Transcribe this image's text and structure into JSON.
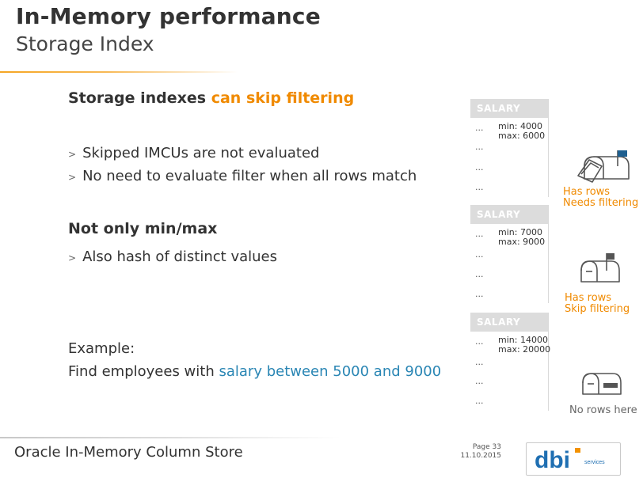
{
  "slide": {
    "title": "In-Memory performance",
    "subtitle": "Storage Index"
  },
  "section1": {
    "heading_plain": "Storage indexes",
    "heading_accent": "can skip filtering",
    "bullets": [
      "Skipped IMCUs are not evaluated",
      "No need to evaluate filter when all rows match"
    ]
  },
  "section2": {
    "heading": "Not only min/max",
    "bullets": [
      "Also hash of distinct values"
    ]
  },
  "example": {
    "label": "Example:",
    "text_plain": "Find employees with",
    "text_accent": "salary between 5000 and 9000"
  },
  "bullet_marker": ">",
  "salary_units": [
    {
      "header": "SALARY",
      "min": "min: 4000",
      "max": "max: 6000",
      "dots": "...",
      "status_lines": [
        "Has rows",
        "Needs filtering"
      ],
      "mailbox": "mailbox-flag-up-icon"
    },
    {
      "header": "SALARY",
      "min": "min: 7000",
      "max": "max: 9000",
      "dots": "...",
      "status_lines": [
        "Has rows",
        "Skip filtering"
      ],
      "mailbox": "mailbox-flag-up-closed-icon"
    },
    {
      "header": "SALARY",
      "min": "min: 14000",
      "max": "max: 20000",
      "dots": "...",
      "status_lines": [
        "No rows here"
      ],
      "mailbox": "mailbox-empty-icon"
    }
  ],
  "footer": {
    "text": "Oracle In-Memory Column Store",
    "page": "Page 33",
    "date": "11.10.2015",
    "logo_main": "dbi",
    "logo_sub": "services"
  },
  "colors": {
    "accent_orange": "#f08a00",
    "accent_blue": "#2a86b4",
    "logo_blue": "#1f6fb2",
    "logo_orange": "#f39200",
    "header_gray": "#dcdcdc"
  }
}
